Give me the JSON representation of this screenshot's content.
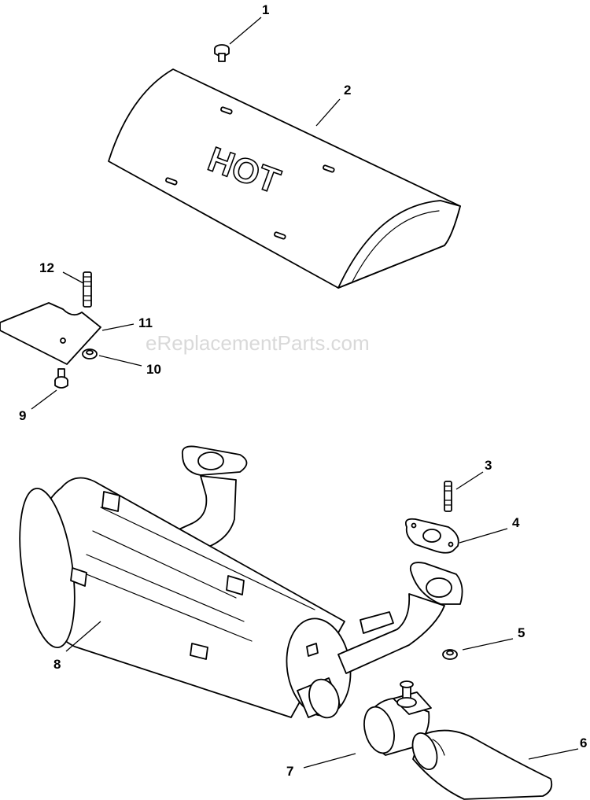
{
  "watermark": "eReplacementParts.com",
  "heat_shield_stamp": "HOT",
  "callouts": {
    "c1": "1",
    "c2": "2",
    "c3": "3",
    "c4": "4",
    "c5": "5",
    "c6": "6",
    "c7": "7",
    "c8": "8",
    "c9": "9",
    "c10": "10",
    "c11": "11",
    "c12": "12"
  }
}
